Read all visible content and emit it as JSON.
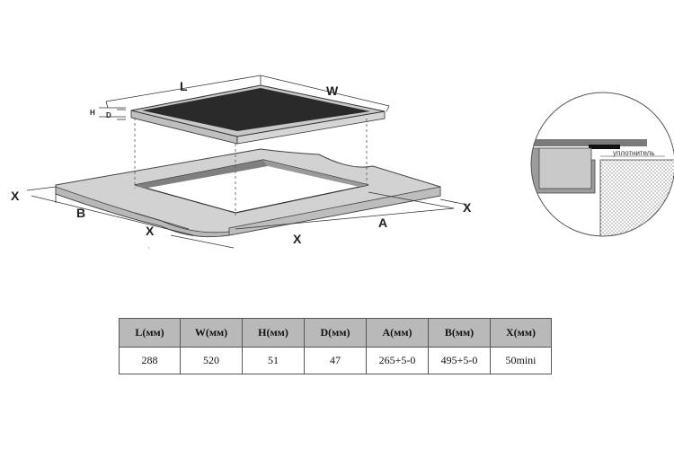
{
  "diagram": {
    "labels": {
      "L": "L",
      "W": "W",
      "H": "H",
      "D": "D",
      "X_left": "X",
      "B": "B",
      "X_bottom_left": "X",
      "X_bottom": "X",
      "A": "A",
      "X_right": "X"
    },
    "detail_label": "уплотнитель"
  },
  "table": {
    "headers": [
      "L(мм)",
      "W(мм)",
      "H(мм)",
      "D(мм)",
      "A(мм)",
      "B(мм)",
      "X(мм)"
    ],
    "values": [
      "288",
      "520",
      "51",
      "47",
      "265+5-0",
      "495+5-0",
      "50mini"
    ]
  },
  "colors": {
    "hob_top": "#2a2a2a",
    "countertop": "#cfcfcf",
    "cutout": "#888888",
    "table_header": "#b9b9b9"
  }
}
